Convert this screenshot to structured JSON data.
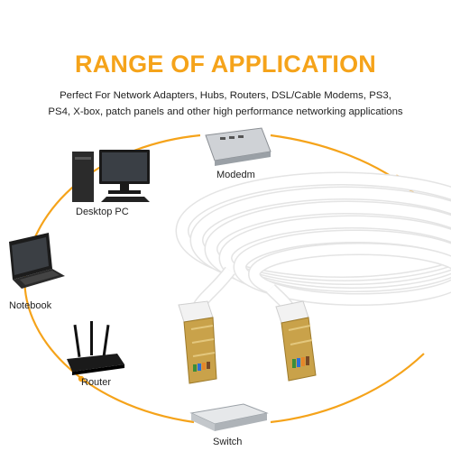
{
  "title": "RANGE OF APPLICATION",
  "subtitle_lines": [
    "Perfect For Network Adapters, Hubs, Routers, DSL/Cable Modems, PS3,",
    "PS4, X-box, patch panels and other high performance networking applications"
  ],
  "devices": {
    "modem": "Modedm",
    "desktop": "Desktop PC",
    "notebook": "Notebook",
    "router": "Router",
    "switch": "Switch"
  },
  "colors": {
    "accent": "#f5a31a",
    "cable": "#ffffff",
    "connector_gold": "#c9a24a",
    "text": "#1f1f1f"
  }
}
